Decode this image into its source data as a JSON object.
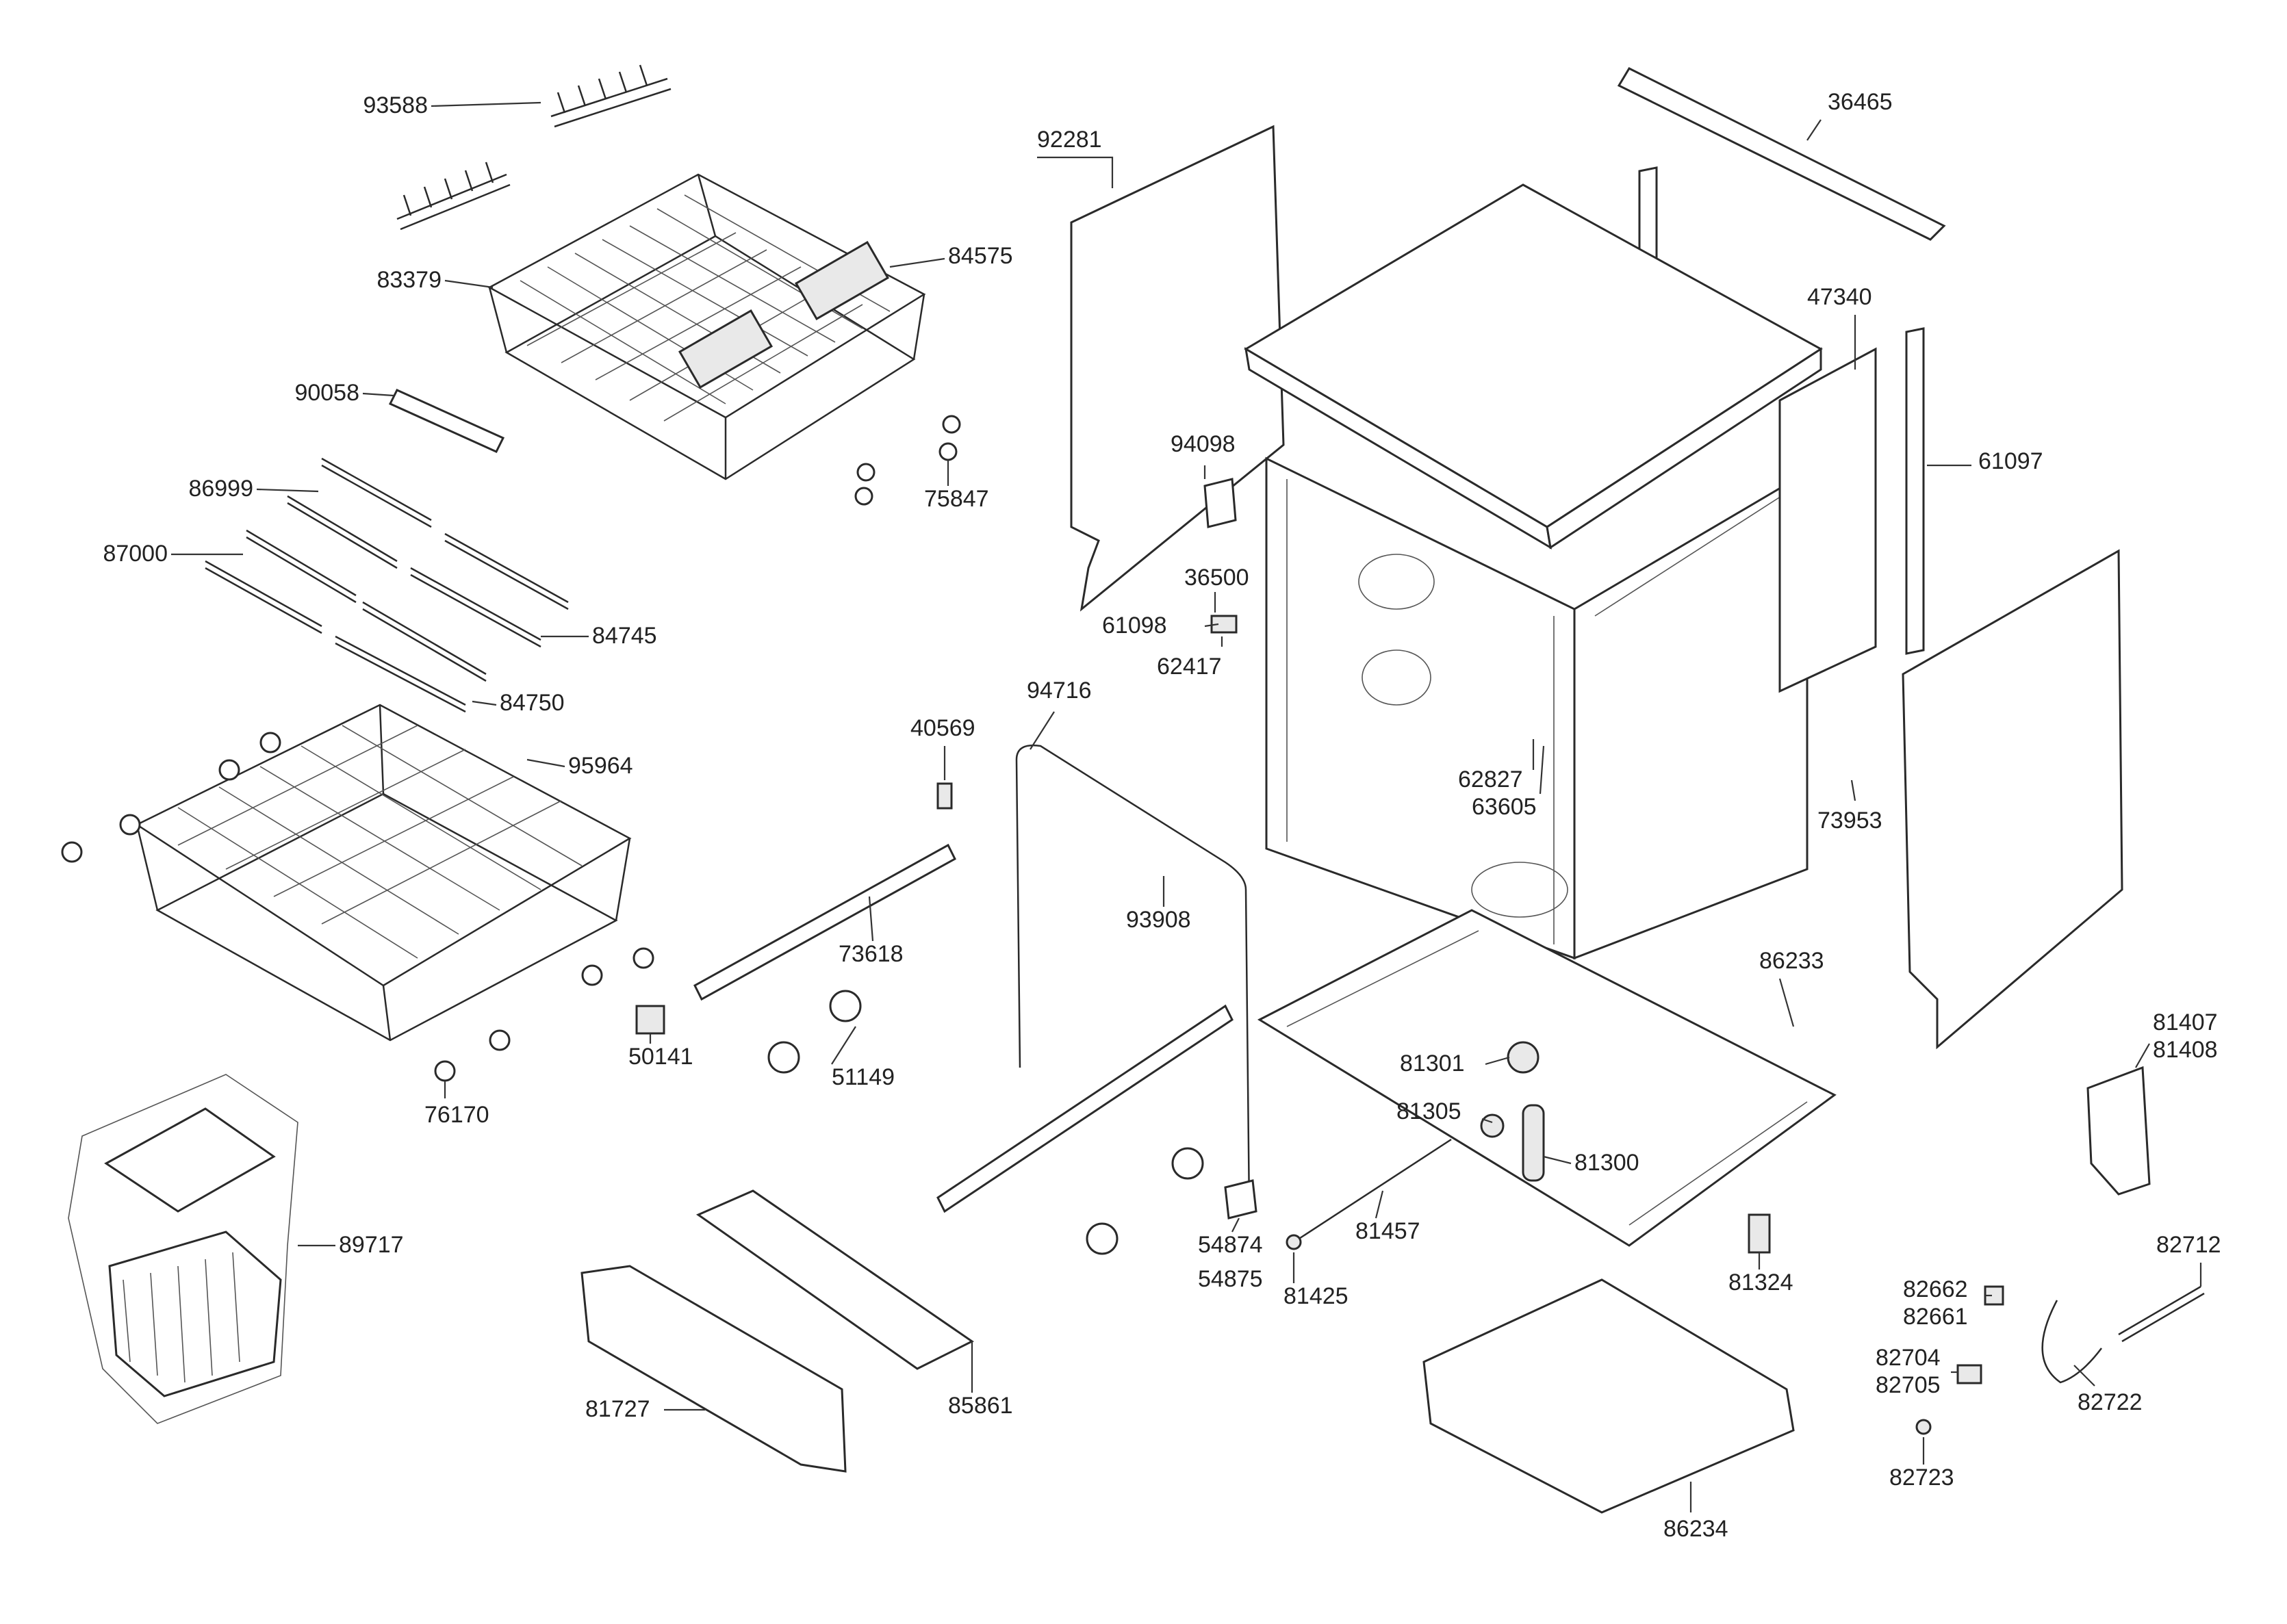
{
  "diagram": {
    "labels": [
      "93588",
      "83379",
      "84575",
      "90058",
      "75847",
      "86999",
      "87000",
      "84745",
      "84750",
      "95964",
      "76170",
      "89717",
      "92281",
      "36465",
      "47340",
      "94098",
      "36500",
      "61098",
      "62417",
      "61097",
      "62827",
      "63605",
      "73953",
      "40569",
      "94716",
      "73618",
      "50141",
      "51149",
      "93908",
      "86233",
      "81301",
      "81305",
      "81300",
      "81457",
      "54874",
      "54875",
      "81425",
      "81324",
      "85861",
      "81727",
      "86234",
      "81407",
      "81408",
      "82712",
      "82662",
      "82661",
      "82704",
      "82705",
      "82722",
      "82723"
    ]
  }
}
